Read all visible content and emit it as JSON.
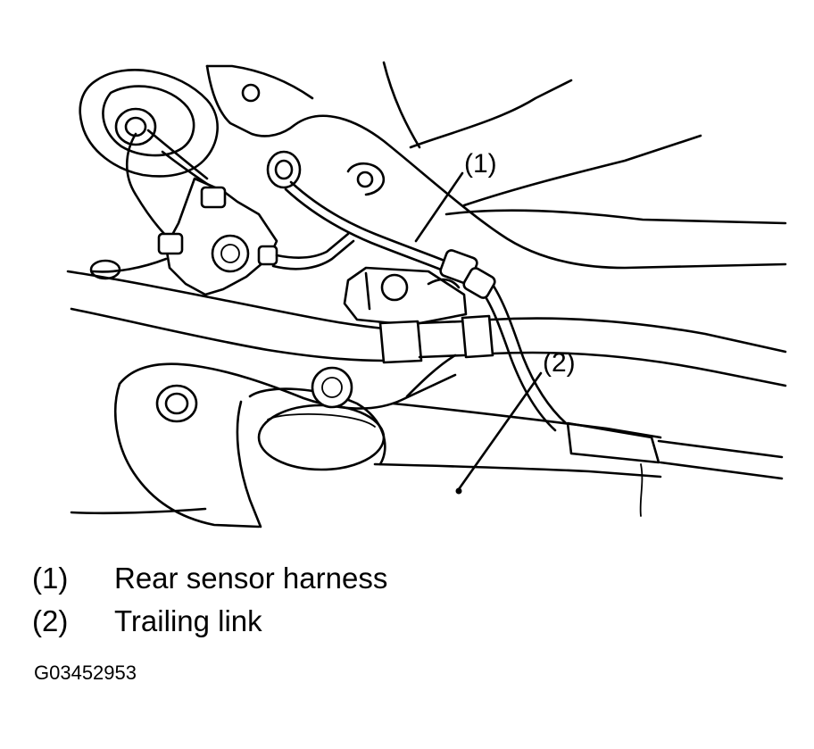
{
  "callouts": [
    {
      "number": "(1)"
    },
    {
      "number": "(2)"
    }
  ],
  "legend": [
    {
      "number": "(1)",
      "label": "Rear sensor harness"
    },
    {
      "number": "(2)",
      "label": "Trailing link"
    }
  ],
  "figure_id": "G03452953"
}
